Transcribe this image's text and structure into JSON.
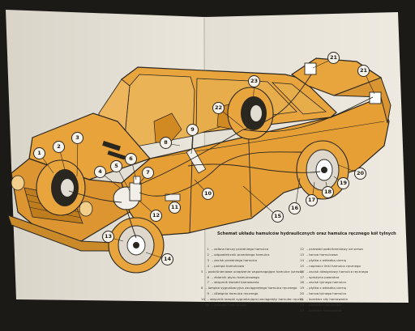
{
  "caption": "Schemat układu hamulców hydraulicznych oraz hamulca ręcznego kół tylnych",
  "legend_left": [
    {
      "num": "1",
      "text": "– osłona tarczy przedniego hamulca"
    },
    {
      "num": "2",
      "text": "– odpowietrznik przedniego hamulca"
    },
    {
      "num": "3",
      "text": "– zacisk przedniego hamulca"
    },
    {
      "num": "4",
      "text": "– pompa hamulcowa"
    },
    {
      "num": "5",
      "text": "– podciśnieniowe urządzenie wspomagające hamulce (serwo)"
    },
    {
      "num": "6",
      "text": "– zbiornik płynu hamulcowego"
    },
    {
      "num": "7",
      "text": "– włącznik świateł hamowania"
    },
    {
      "num": "8",
      "text": "– lampka sygnalizacyjna zaciągniętego hamulca ręcznego"
    },
    {
      "num": "9",
      "text": "– dźwignia hamulca ręcznego"
    },
    {
      "num": "10",
      "text": "– włącznik lampki sygnalizującej zaciągnięty hamulec ręczny"
    },
    {
      "num": "11",
      "text": "– przewód hamulcowy"
    }
  ],
  "legend_right": [
    {
      "num": "12",
      "text": "– przewód podciśnieniowy od serwa"
    },
    {
      "num": "13",
      "text": "– tarcza hamulcowa"
    },
    {
      "num": "14",
      "text": "– płytka z wkładką cierną"
    },
    {
      "num": "15",
      "text": "– napinacz linki hamulca ręcznego"
    },
    {
      "num": "16",
      "text": "– zacisk dźwigniowy hamulca ręcznego"
    },
    {
      "num": "17",
      "text": "– sprężyna powrotna"
    },
    {
      "num": "18",
      "text": "– zacisk tylnego hamulca"
    },
    {
      "num": "19",
      "text": "– płytka z wkładką cierną"
    },
    {
      "num": "20",
      "text": "– tarcza tylnego hamulca"
    },
    {
      "num": "21",
      "text": "– korektor siły hamowania"
    },
    {
      "num": "22",
      "text": "– przewód hamulcowy"
    },
    {
      "num": "23",
      "text": "– korektor hamowania"
    }
  ],
  "callout_labels": [
    "1",
    "2",
    "3",
    "4",
    "5",
    "6",
    "7",
    "8",
    "9",
    "10",
    "11",
    "12",
    "13",
    "14",
    "15",
    "16",
    "17",
    "18",
    "19",
    "20",
    "21",
    "21",
    "22",
    "23"
  ],
  "colors": {
    "car_body": "#e9a53d",
    "car_shadow": "#c07d1e",
    "paper": "#eae5da",
    "background": "#1c1a17",
    "line": "#2a2620"
  }
}
